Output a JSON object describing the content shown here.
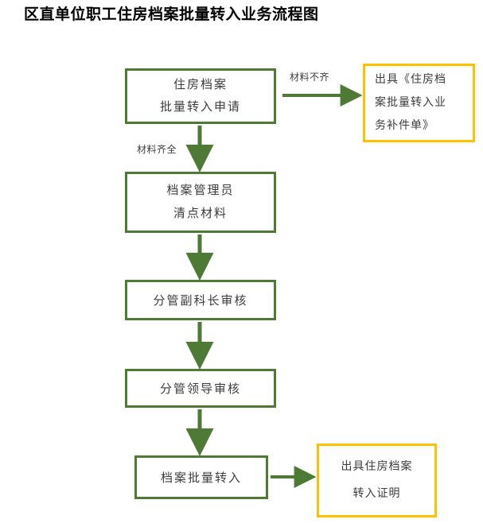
{
  "title": "区直单位职工住房档案批量转入业务流程图",
  "colors": {
    "process_border": "#4F7A35",
    "output_border": "#FFC000",
    "arrow": "#4F7A35",
    "text": "#3C3C3C",
    "background": "#FFFFFF"
  },
  "nodes": {
    "apply": {
      "lines": [
        "住房档案",
        "批量转入申请"
      ],
      "shape": "process",
      "color": "#4F7A35"
    },
    "supplement": {
      "lines": [
        "出具《住房档",
        "案批量转入业",
        "务补件单》"
      ],
      "shape": "output",
      "color": "#FFC000"
    },
    "check": {
      "lines": [
        "档案管理员",
        "清点材料"
      ],
      "shape": "process",
      "color": "#4F7A35"
    },
    "deputy": {
      "lines": [
        "分管副科长审核"
      ],
      "shape": "process",
      "color": "#4F7A35"
    },
    "leader": {
      "lines": [
        "分管领导审核"
      ],
      "shape": "process",
      "color": "#4F7A35"
    },
    "transfer": {
      "lines": [
        "档案批量转入"
      ],
      "shape": "process",
      "color": "#4F7A35"
    },
    "certificate": {
      "lines": [
        "出具住房档案",
        "转入证明"
      ],
      "shape": "output",
      "color": "#FFC000"
    }
  },
  "edges": [
    {
      "from": "apply",
      "to": "supplement",
      "label": "材料不齐",
      "direction": "right"
    },
    {
      "from": "apply",
      "to": "check",
      "label": "材料齐全",
      "direction": "down"
    },
    {
      "from": "check",
      "to": "deputy",
      "label": "",
      "direction": "down"
    },
    {
      "from": "deputy",
      "to": "leader",
      "label": "",
      "direction": "down"
    },
    {
      "from": "leader",
      "to": "transfer",
      "label": "",
      "direction": "down"
    },
    {
      "from": "transfer",
      "to": "certificate",
      "label": "",
      "direction": "right"
    }
  ],
  "edge_labels": {
    "incomplete": "材料不齐",
    "complete": "材料齐全"
  }
}
